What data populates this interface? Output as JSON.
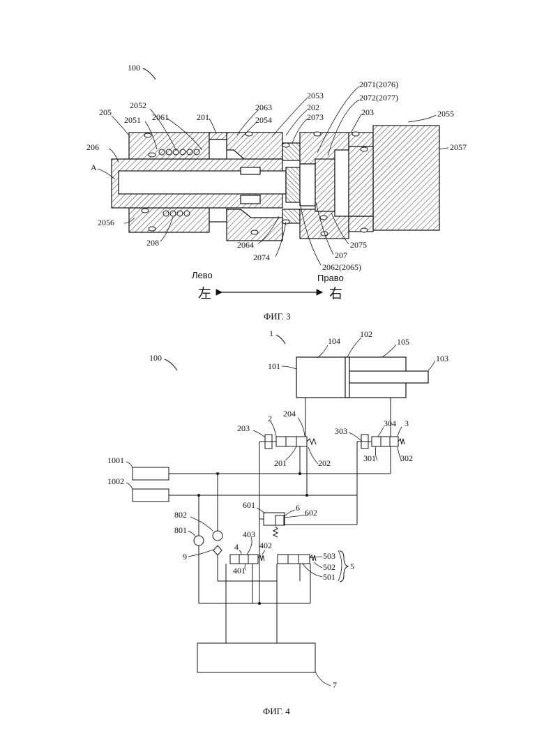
{
  "fig3": {
    "caption": "ФИГ. 3",
    "ref_100": "100",
    "labels": {
      "l205": "205",
      "l2052": "2052",
      "l2051": "2051",
      "l2061": "2061",
      "l201": "201",
      "l2063": "2063",
      "l2054": "2054",
      "l2053": "2053",
      "l202": "202",
      "l2073": "2073",
      "l2071": "2071(2076)",
      "l2072": "2072(2077)",
      "l203": "203",
      "l2055": "2055",
      "l2057": "2057",
      "l206": "206",
      "lA": "A",
      "l2056": "2056",
      "l208": "208",
      "l2064": "2064",
      "l2074": "2074",
      "l2062": "2062(2065)",
      "l207": "207",
      "l2075": "2075"
    },
    "direction": {
      "left_ru": "Лево",
      "left_zh": "左",
      "right_ru": "Право",
      "right_zh": "右"
    }
  },
  "fig4": {
    "caption": "ФИГ. 4",
    "ref_100": "100",
    "ref_1": "1",
    "labels": {
      "l101": "101",
      "l104": "104",
      "l102": "102",
      "l105": "105",
      "l103": "103",
      "l2": "2",
      "l203": "203",
      "l204": "204",
      "l201": "201",
      "l202": "202",
      "l3": "3",
      "l303": "303",
      "l304": "304",
      "l301": "301",
      "l302": "302",
      "l1001": "1001",
      "l1002": "1002",
      "l802": "802",
      "l801": "801",
      "l9": "9",
      "l601": "601",
      "l6": "6",
      "l602": "602",
      "l4": "4",
      "l403": "403",
      "l402": "402",
      "l401": "401",
      "l503": "503",
      "l502": "502",
      "l501": "501",
      "l5": "5",
      "l7": "7"
    }
  }
}
